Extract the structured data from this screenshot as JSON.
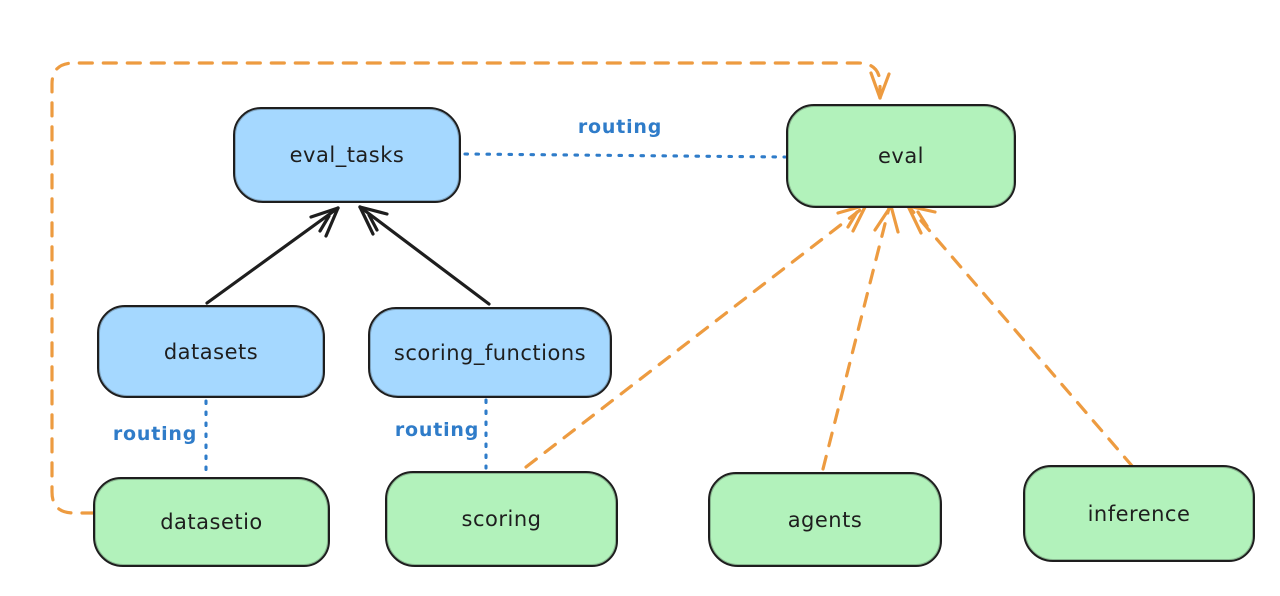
{
  "diagram": {
    "nodes": {
      "eval_tasks": {
        "label": "eval_tasks",
        "fill": "#a5d8ff"
      },
      "eval": {
        "label": "eval",
        "fill": "#b2f2bb"
      },
      "datasets": {
        "label": "datasets",
        "fill": "#a5d8ff"
      },
      "scoring_functions": {
        "label": "scoring_functions",
        "fill": "#a5d8ff"
      },
      "datasetio": {
        "label": "datasetio",
        "fill": "#b2f2bb"
      },
      "scoring": {
        "label": "scoring",
        "fill": "#b2f2bb"
      },
      "agents": {
        "label": "agents",
        "fill": "#b2f2bb"
      },
      "inference": {
        "label": "inference",
        "fill": "#b2f2bb"
      }
    },
    "edge_labels": {
      "routing_eval_tasks_eval": "routing",
      "routing_datasets_datasetio": "routing",
      "routing_scoring_functions_scoring": "routing"
    },
    "edges": [
      {
        "from": "datasets",
        "to": "eval_tasks",
        "style": "solid",
        "color": "#1e1e1e",
        "arrow": true
      },
      {
        "from": "scoring_functions",
        "to": "eval_tasks",
        "style": "solid",
        "color": "#1e1e1e",
        "arrow": true
      },
      {
        "from": "eval_tasks",
        "to": "eval",
        "style": "dotted",
        "color": "#2f7cc9",
        "label": "routing",
        "arrow": false
      },
      {
        "from": "datasets",
        "to": "datasetio",
        "style": "dotted",
        "color": "#2f7cc9",
        "label": "routing",
        "arrow": false
      },
      {
        "from": "scoring_functions",
        "to": "scoring",
        "style": "dotted",
        "color": "#2f7cc9",
        "label": "routing",
        "arrow": false
      },
      {
        "from": "datasetio",
        "to": "eval",
        "style": "dashed",
        "color": "#ed9b40",
        "arrow": true,
        "route": "left-and-over-top"
      },
      {
        "from": "scoring",
        "to": "eval",
        "style": "dashed",
        "color": "#ed9b40",
        "arrow": true
      },
      {
        "from": "agents",
        "to": "eval",
        "style": "dashed",
        "color": "#ed9b40",
        "arrow": true
      },
      {
        "from": "inference",
        "to": "eval",
        "style": "dashed",
        "color": "#ed9b40",
        "arrow": true
      }
    ],
    "colors": {
      "background": "#ffffff",
      "blue_node_fill": "#a5d8ff",
      "green_node_fill": "#b2f2bb",
      "node_stroke": "#1e1e1e",
      "black_arrow": "#1e1e1e",
      "routing_blue": "#2f7cc9",
      "orange_dashed": "#ed9b40"
    }
  }
}
